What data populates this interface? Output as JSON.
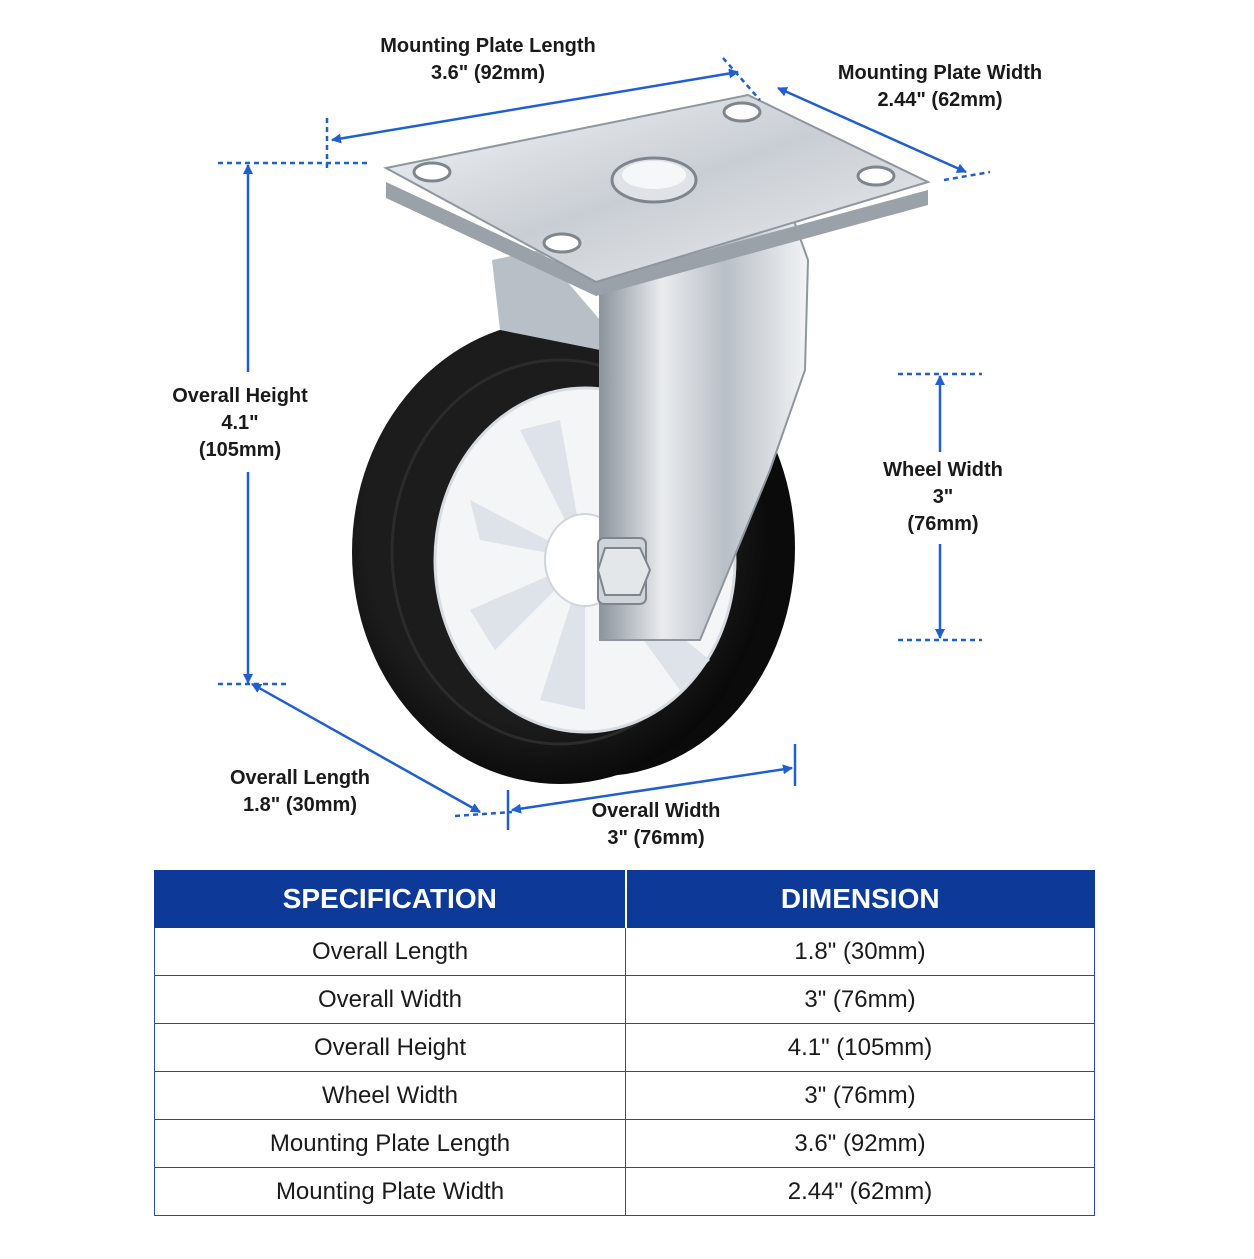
{
  "callouts": {
    "mounting_plate_length": {
      "name": "Mounting Plate Length",
      "value": "3.6\" (92mm)"
    },
    "mounting_plate_width": {
      "name": "Mounting Plate Width",
      "value": "2.44\" (62mm)"
    },
    "overall_height": {
      "name": "Overall Height",
      "value_in": "4.1\"",
      "value_mm": "(105mm)"
    },
    "wheel_width": {
      "name": "Wheel Width",
      "value_in": "3\"",
      "value_mm": "(76mm)"
    },
    "overall_length": {
      "name": "Overall Length",
      "value": "1.8\" (30mm)"
    },
    "overall_width": {
      "name": "Overall Width",
      "value": "3\" (76mm)"
    }
  },
  "table": {
    "headers": [
      "SPECIFICATION",
      "DIMENSION"
    ],
    "rows": [
      [
        "Overall Length",
        "1.8\"  (30mm)"
      ],
      [
        "Overall Width",
        "3\"  (76mm)"
      ],
      [
        "Overall Height",
        "4.1\"  (105mm)"
      ],
      [
        "Wheel Width",
        "3\"  (76mm)"
      ],
      [
        "Mounting Plate Length",
        "3.6\"  (92mm)"
      ],
      [
        "Mounting Plate Width",
        "2.44\"  (62mm)"
      ]
    ]
  },
  "colors": {
    "dimension_line": "#1f5fd0",
    "header_bg": "#0d3a99",
    "tire": "#111111",
    "hub": "#f3f5f7",
    "steel": "#c7ccd2"
  }
}
